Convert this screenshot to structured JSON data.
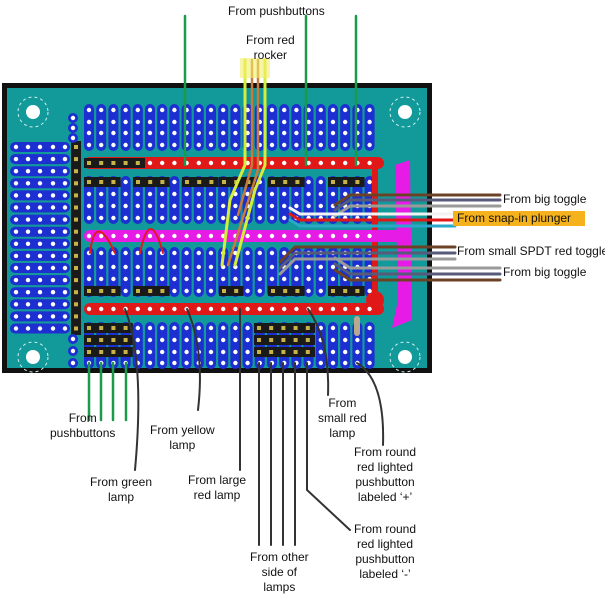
{
  "colors": {
    "board_edge": "#111111",
    "board": "#12999a",
    "pad_strip": "#1d2fd0",
    "hole": "#ffffff",
    "black_pad": "#1a1a1a",
    "gold_pin": "#c8b24a",
    "power_rail": "#e01818",
    "magenta_rail": "#e61ce6",
    "wire_green": "#1a9a4a",
    "wire_yellow": "#d6ec3a",
    "wire_orange": "#c87a3c",
    "wire_dark": "#333333",
    "wire_brown": "#6b4226",
    "wire_slate": "#575a78",
    "wire_grey": "#9a9a9a",
    "label_highlight": "#f5b21c"
  },
  "labels": {
    "top_pushbuttons": [
      "From pushbuttons"
    ],
    "red_rocker": [
      "From red",
      "rocker"
    ],
    "big_toggle_1": [
      "From big toggle"
    ],
    "snap_in_plunger": [
      "From snap-in plunger"
    ],
    "small_spdt": [
      "From small SPDT red toggle"
    ],
    "big_toggle_2": [
      "From big toggle"
    ],
    "bottom_pushbuttons": [
      "From",
      "pushbuttons"
    ],
    "yellow_lamp": [
      "From yellow",
      "lamp"
    ],
    "green_lamp": [
      "From green",
      "lamp"
    ],
    "large_red_lamp": [
      "From large",
      "red lamp"
    ],
    "small_red_lamp": [
      "From",
      "small red",
      "lamp"
    ],
    "plus_button": [
      "From round",
      "red lighted",
      "pushbutton",
      "labeled ‘+’"
    ],
    "other_side": [
      "From other",
      "side of",
      "lamps"
    ],
    "minus_button": [
      "From round",
      "red lighted",
      "pushbutton",
      "labeled ‘-’"
    ]
  }
}
